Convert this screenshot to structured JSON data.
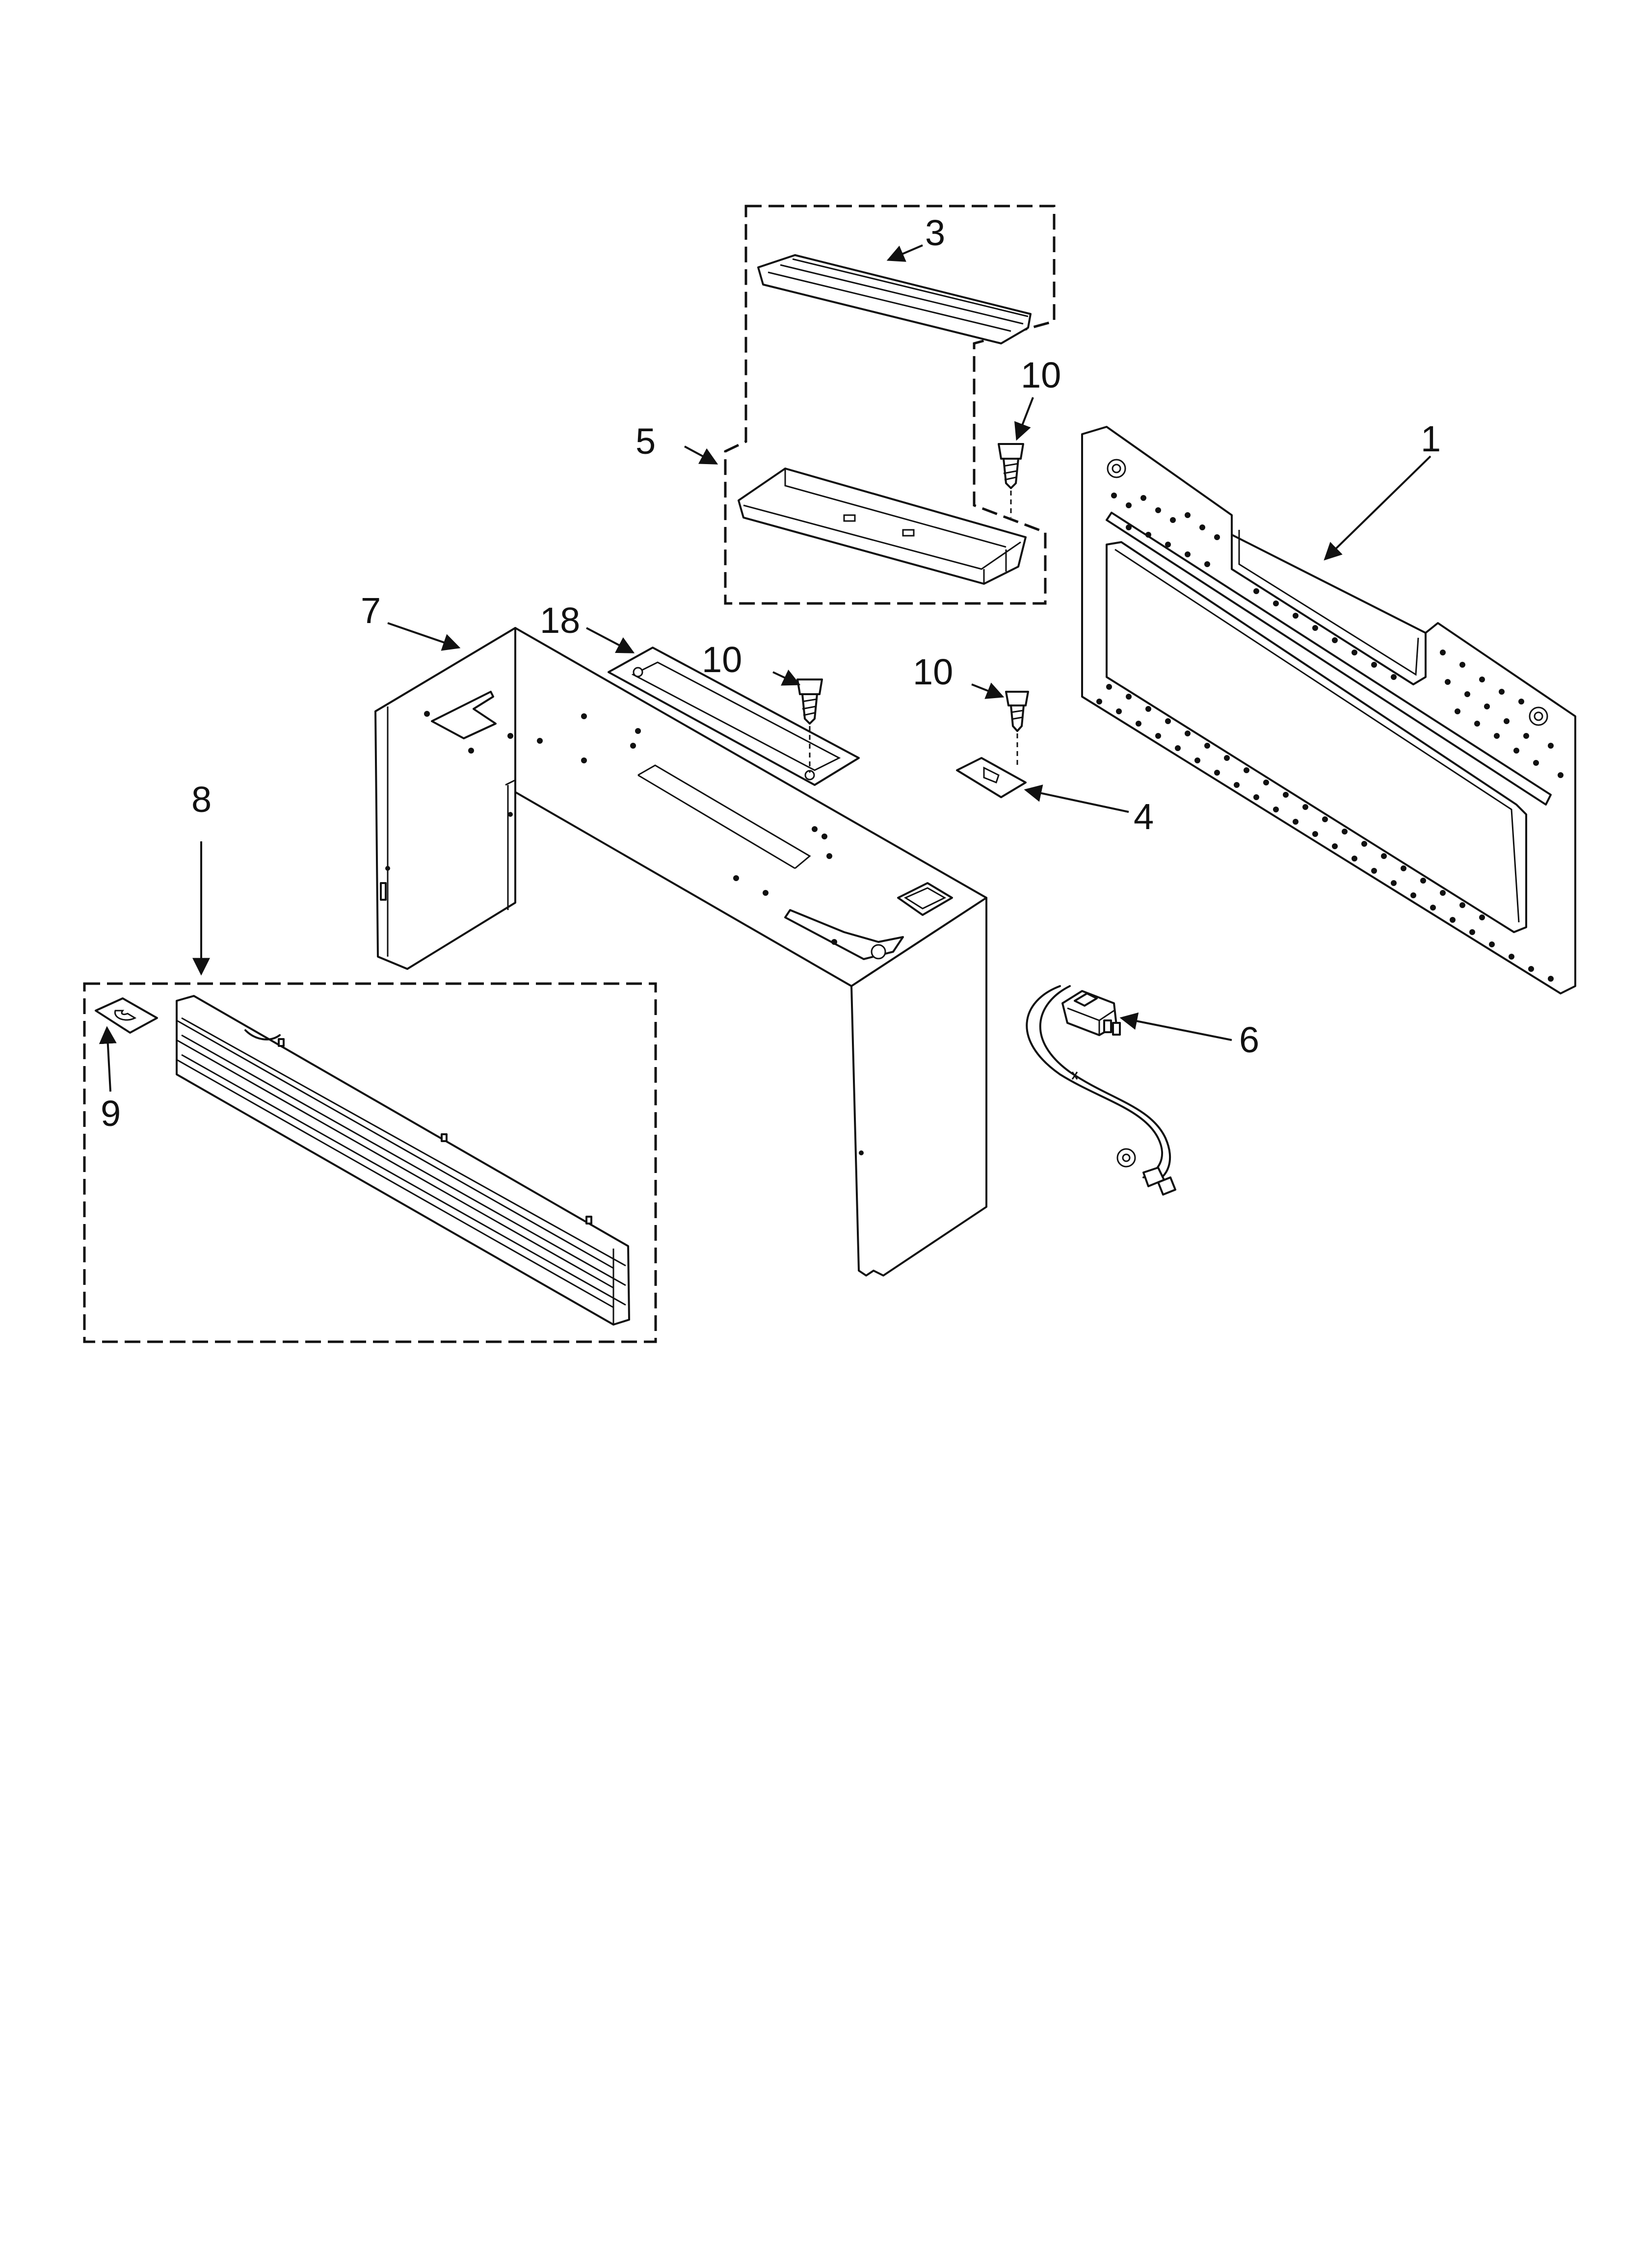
{
  "callouts": [
    {
      "id": "1",
      "label": "1"
    },
    {
      "id": "3",
      "label": "3"
    },
    {
      "id": "4",
      "label": "4"
    },
    {
      "id": "5",
      "label": "5"
    },
    {
      "id": "6",
      "label": "6"
    },
    {
      "id": "7",
      "label": "7"
    },
    {
      "id": "8",
      "label": "8"
    },
    {
      "id": "9",
      "label": "9"
    },
    {
      "id": "10a",
      "label": "10"
    },
    {
      "id": "10b",
      "label": "10"
    },
    {
      "id": "10c",
      "label": "10"
    },
    {
      "id": "18",
      "label": "18"
    }
  ]
}
